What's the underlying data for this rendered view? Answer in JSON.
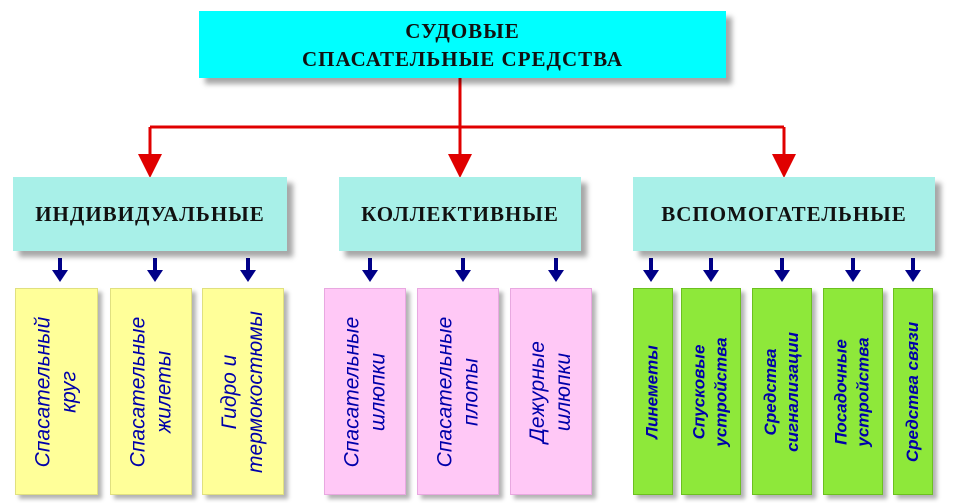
{
  "root": {
    "line1": "СУДОВЫЕ",
    "line2": "СПАСАТЕЛЬНЫЕ СРЕДСТВА"
  },
  "categories": [
    {
      "label": "ИНДИВИДУАЛЬНЫЕ"
    },
    {
      "label": "КОЛЛЕКТИВНЫЕ"
    },
    {
      "label": "ВСПОМОГАТЕЛЬНЫЕ"
    }
  ],
  "leaves": [
    {
      "line1": "Спасательный",
      "line2": "круг"
    },
    {
      "line1": "Спасательные",
      "line2": "жилеты"
    },
    {
      "line1": "Гидро и",
      "line2": "термокостюмы"
    },
    {
      "line1": "Спасательные",
      "line2": "шлюпки"
    },
    {
      "line1": "Спасательные",
      "line2": "плоты"
    },
    {
      "line1": "Дежурные",
      "line2": "шлюпки"
    },
    {
      "line1": "Линеметы",
      "line2": ""
    },
    {
      "line1": "Спусковые",
      "line2": "устройства"
    },
    {
      "line1": "Средства",
      "line2": "сигнализации"
    },
    {
      "line1": "Посадочные",
      "line2": "устройства"
    },
    {
      "line1": "Средства связи",
      "line2": ""
    }
  ],
  "colors": {
    "root": "#00ffff",
    "category": "#a8f0e8",
    "individual_leaf": "#ffff99",
    "collective_leaf": "#ffc8f6",
    "auxiliary_leaf": "#8ee83a",
    "red_connector": "#e00000",
    "blue_arrow": "#000088"
  }
}
